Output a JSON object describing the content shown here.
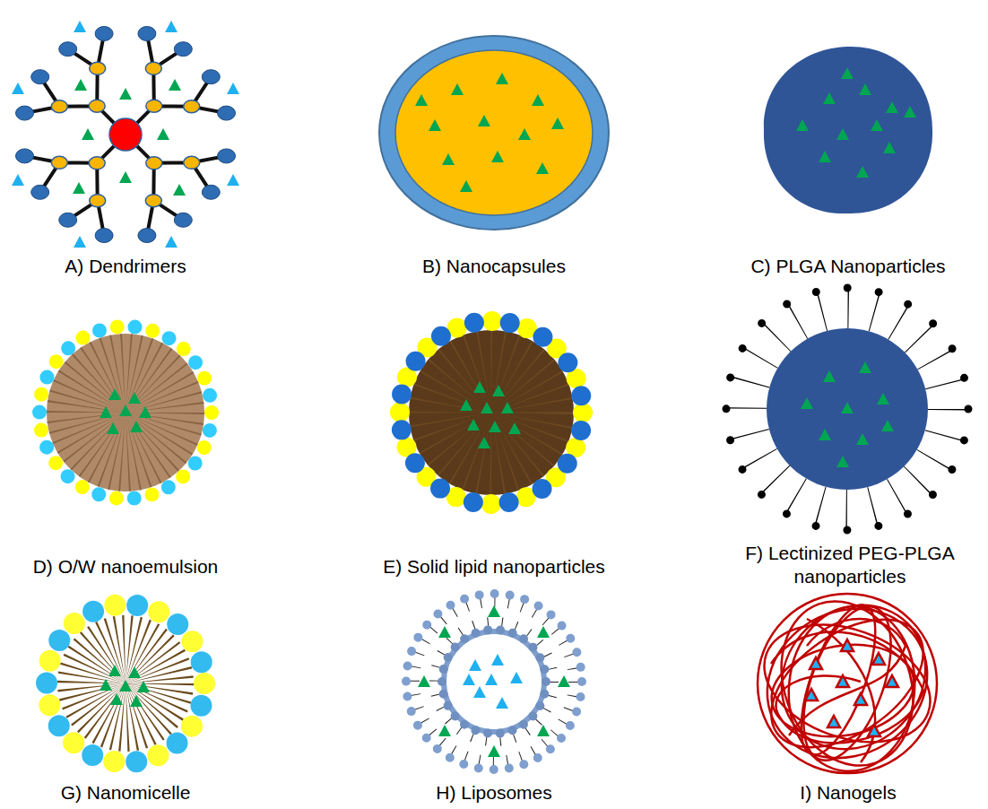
{
  "diagram": {
    "labels": [
      "A) Dendrimers",
      "B) Nanocapsules",
      "C) PLGA Nanoparticles",
      "D) O/W nanoemulsion",
      "E) Solid lipid nanoparticles",
      "F) Lectinized PEG-PLGA nanoparticles",
      "G) Nanomicelle",
      "H) Liposomes",
      "I) Nanogels"
    ]
  }
}
